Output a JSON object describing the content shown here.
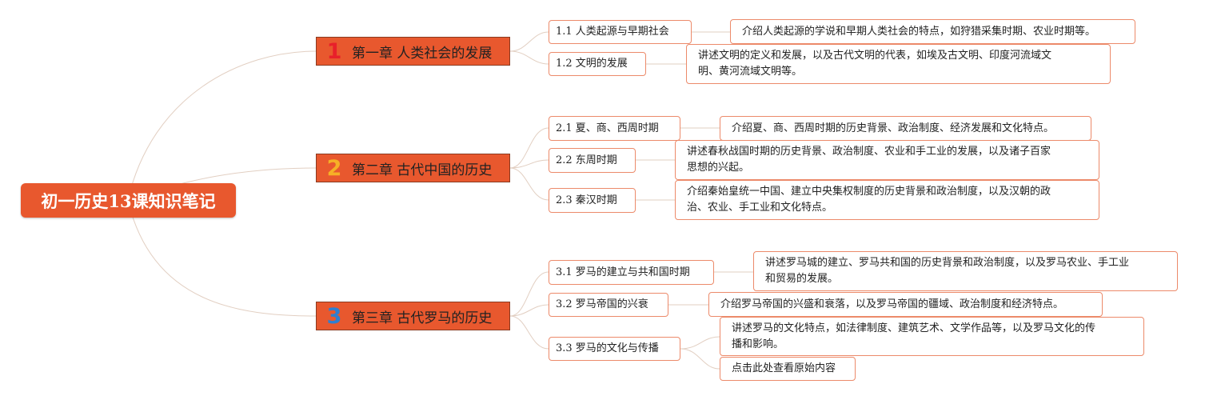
{
  "root": {
    "title": "初一历史13课知识笔记"
  },
  "chapters": [
    {
      "number": "1",
      "number_color": "#e8202a",
      "title": "第一章 人类社会的发展",
      "sections": [
        {
          "label": "1.1 人类起源与早期社会",
          "desc": [
            "介绍人类起源的学说和早期人类社会的特点，如狩猎采集时期、农业时期等。"
          ]
        },
        {
          "label": "1.2 文明的发展",
          "desc": [
            "讲述文明的定义和发展，以及古代文明的代表，如埃及古文明、印度河流域文",
            "明、黄河流域文明等。"
          ]
        }
      ]
    },
    {
      "number": "2",
      "number_color": "#f6b026",
      "title": "第二章 古代中国的历史",
      "sections": [
        {
          "label": "2.1 夏、商、西周时期",
          "desc": [
            "介绍夏、商、西周时期的历史背景、政治制度、经济发展和文化特点。"
          ]
        },
        {
          "label": "2.2 东周时期",
          "desc": [
            "讲述春秋战国时期的历史背景、政治制度、农业和手工业的发展，以及诸子百家",
            "思想的兴起。"
          ]
        },
        {
          "label": "2.3 秦汉时期",
          "desc": [
            "介绍秦始皇统一中国、建立中央集权制度的历史背景和政治制度，以及汉朝的政",
            "治、农业、手工业和文化特点。"
          ]
        }
      ]
    },
    {
      "number": "3",
      "number_color": "#2f7fd0",
      "title": "第三章 古代罗马的历史",
      "sections": [
        {
          "label": "3.1 罗马的建立与共和国时期",
          "desc": [
            "讲述罗马城的建立、罗马共和国的历史背景和政治制度，以及罗马农业、手工业",
            "和贸易的发展。"
          ]
        },
        {
          "label": "3.2 罗马帝国的兴衰",
          "desc": [
            "介绍罗马帝国的兴盛和衰落，以及罗马帝国的疆域、政治制度和经济特点。"
          ]
        },
        {
          "label": "3.3 罗马的文化与传播",
          "desc": [
            "讲述罗马的文化特点，如法律制度、建筑艺术、文学作品等，以及罗马文化的传",
            "播和影响。"
          ],
          "extra": "点击此处查看原始内容"
        }
      ]
    }
  ],
  "colors": {
    "accent": "#e8582e",
    "border": "#ec8a6a",
    "link": "#e2cfc2"
  }
}
